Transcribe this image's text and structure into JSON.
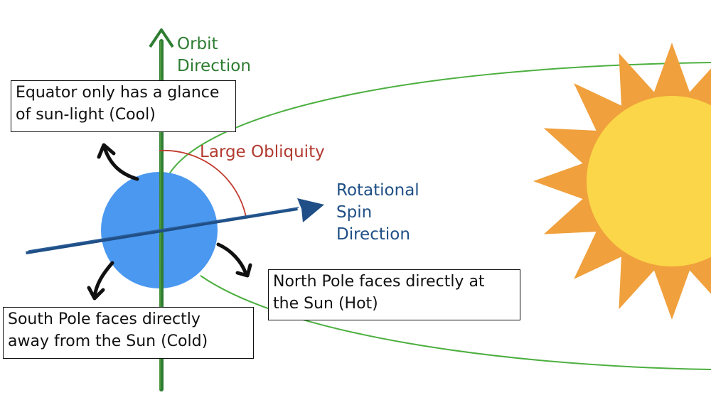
{
  "labels": {
    "orbit_direction": [
      "Orbit",
      "Direction"
    ],
    "obliquity": "Large Obliquity",
    "rotational_spin": [
      "Rotational",
      "Spin",
      "Direction"
    ]
  },
  "callouts": {
    "equator": [
      "Equator only has a glance",
      "of sun-light (Cool)"
    ],
    "north_pole": [
      "North Pole faces directly at",
      "the Sun (Hot)"
    ],
    "south_pole": [
      "South Pole faces directly",
      "away from the Sun (Cold)"
    ]
  },
  "colors": {
    "planet": "#4a98f0",
    "orbit": "#4caf3f",
    "orbit_axis": "#2e7d32",
    "spin_axis": "#1f4f86",
    "obliquity_arc": "#c23a2e",
    "sun_core": "#fbd648",
    "sun_rays": "#f0a03c"
  }
}
